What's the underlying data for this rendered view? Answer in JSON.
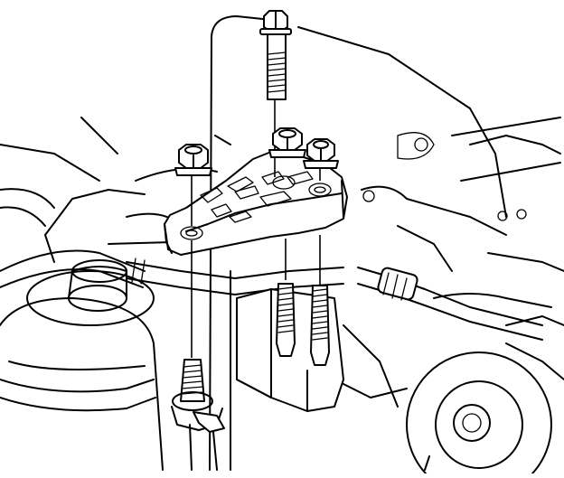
{
  "figure": {
    "type": "exploded-assembly-line-drawing",
    "ink_color": "#000000",
    "background_color": "#ffffff",
    "parts": [
      {
        "name": "bolt",
        "icon": "hex-bolt-icon"
      },
      {
        "name": "mount-bracket",
        "icon": "bracket-icon"
      },
      {
        "name": "nut",
        "icon": "hex-nut-icon",
        "count": 3
      },
      {
        "name": "stud",
        "icon": "threaded-stud-icon",
        "count": 3
      }
    ],
    "text_labels": []
  }
}
